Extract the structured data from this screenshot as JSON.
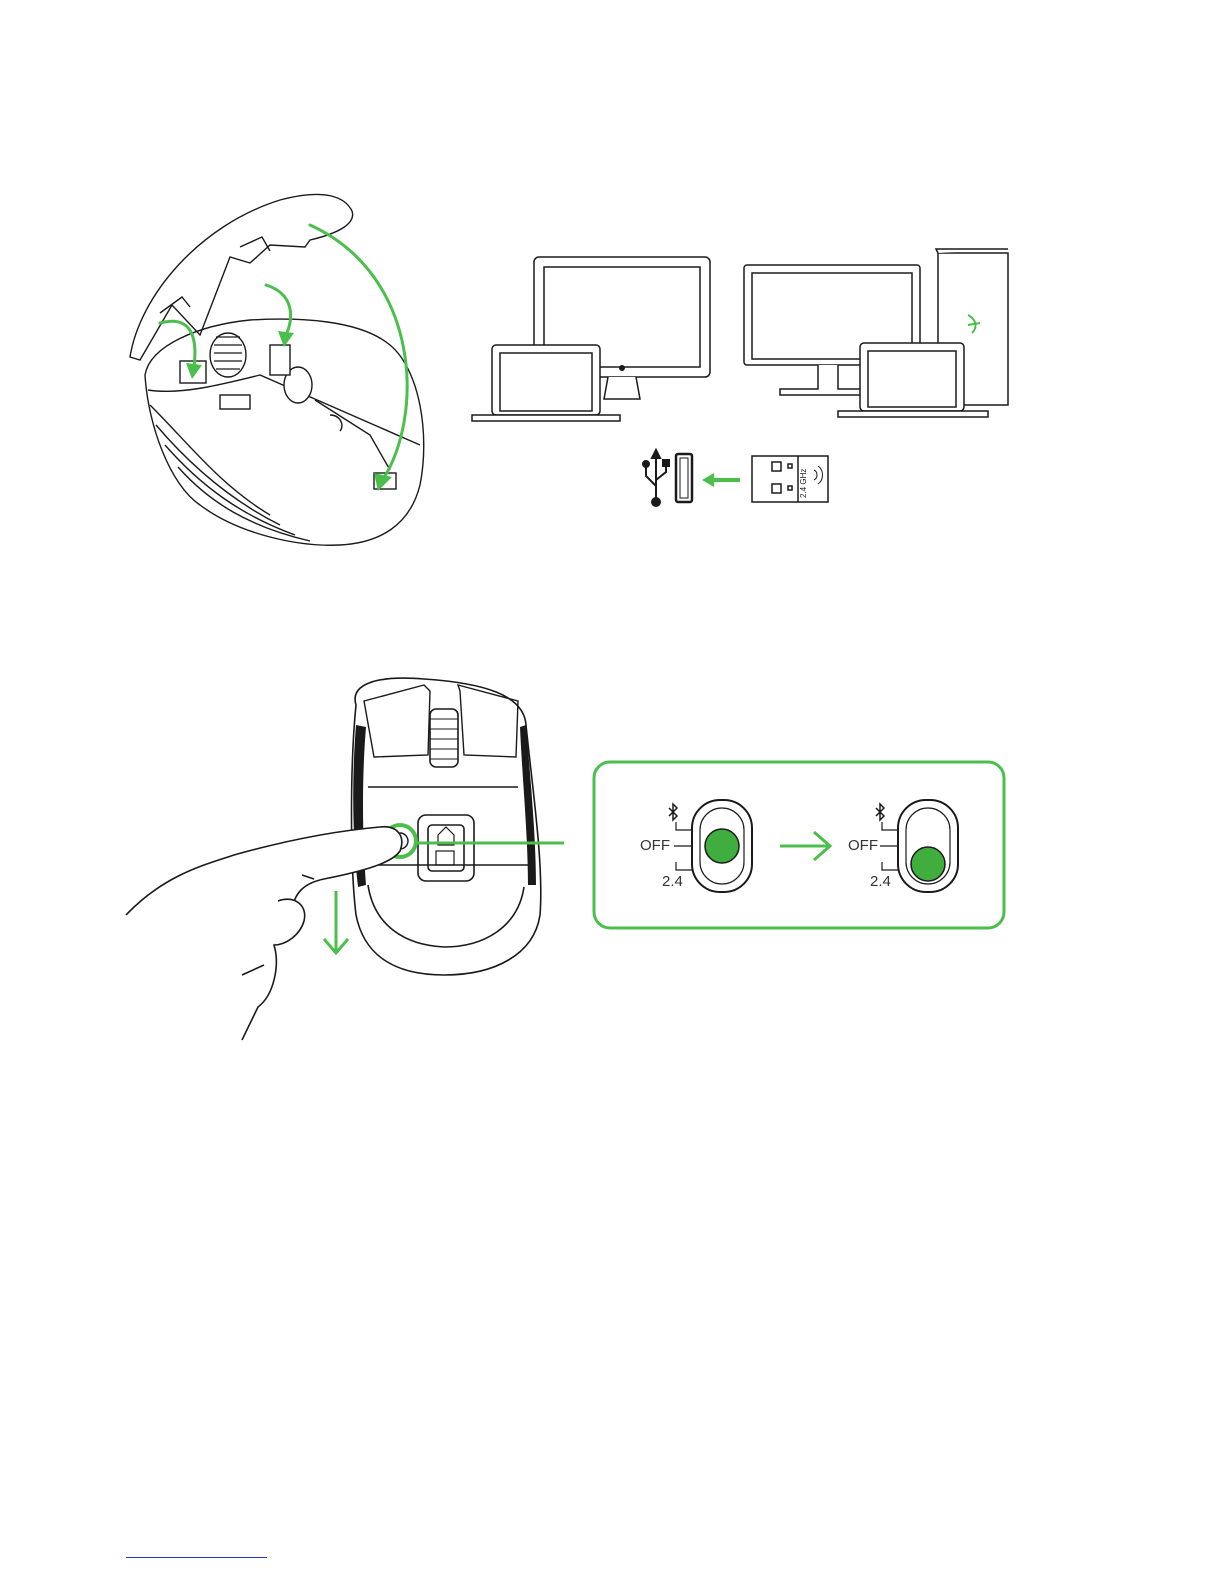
{
  "colors": {
    "accent": "#4bbf4b",
    "line": "#1a1a1a",
    "switch_knob": "#3fae3f"
  },
  "figure_top": {
    "left_illustration": "mouse-with-top-cover-removed",
    "right_illustration": "computers-and-usb-dongle",
    "dongle_label": "2.4 GHz",
    "icons": [
      "usb-icon",
      "usb-port-icon",
      "arrow-left-icon",
      "wireless-dongle-icon",
      "razer-logo-icon"
    ]
  },
  "figure_bottom": {
    "illustration": "mouse-underside-power-switch",
    "switch_before": {
      "bluetooth_symbol": "bluetooth-icon",
      "off_label": "OFF",
      "mode_label": "2.4",
      "position": "OFF"
    },
    "switch_after": {
      "bluetooth_symbol": "bluetooth-icon",
      "off_label": "OFF",
      "mode_label": "2.4",
      "position": "2.4"
    },
    "icons": [
      "arrow-right-icon",
      "arrow-down-icon",
      "hand-icon"
    ]
  }
}
